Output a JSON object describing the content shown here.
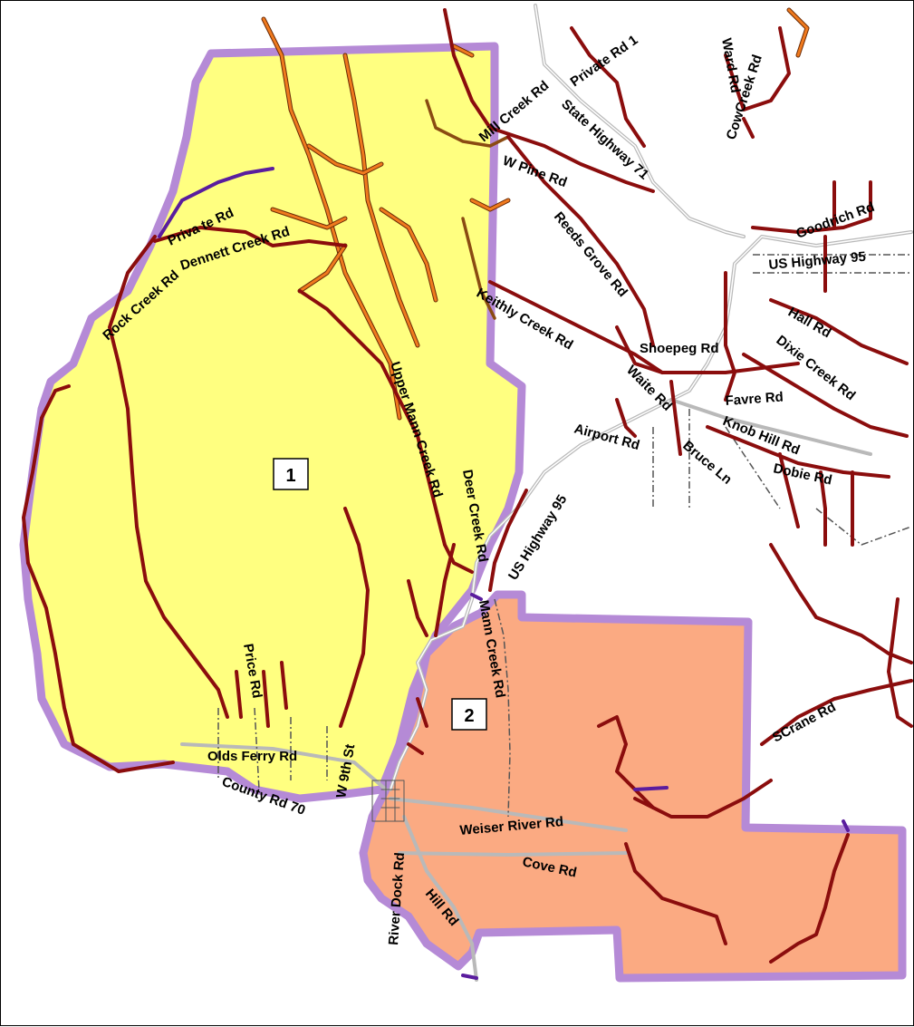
{
  "map": {
    "zones": [
      {
        "id": "1",
        "label": "1",
        "fill": "#ffff80"
      },
      {
        "id": "2",
        "label": "2",
        "fill": "#fbaa82"
      }
    ],
    "road_labels": {
      "mill_creek": "Mill Creek Rd",
      "private_rd_1": "Private Rd 1",
      "ward": "Ward Rd",
      "cow_creek": "CowCreek Rd",
      "state_hwy_71": "State Highway 71",
      "w_pine": "W Pine Rd",
      "goodrich": "Goodrich Rd",
      "private_rd": "Priva te Rd",
      "dennett_creek": "Dennett Creek Rd",
      "reeds_grove": "Reeds Grove Rd",
      "us_hwy_95_ne": "US Highway 95",
      "rock_creek": "Rock Creek Rd",
      "keithly_creek": "Keithly Creek Rd",
      "shoepeg": "Shoepeg Rd",
      "hall": "Hall Rd",
      "dixie_creek": "Dixie Creek Rd",
      "upper_mann_creek": "Upper Mann Creek Rd",
      "waite": "Waite Rd",
      "favre": "Favre Rd",
      "airport": "Airport Rd",
      "knob_hill": "Knob Hill Rd",
      "bruce": "Bruce Ln",
      "dobie": "Dobie Rd",
      "deer_creek": "Deer Creek Rd",
      "us_hwy_95": "US Highway 95",
      "mann_creek": "Mann Creek Rd",
      "price": "Price Rd",
      "s_crane": "SCrane Rd",
      "olds_ferry": "Olds Ferry Rd",
      "w_9th": "W 9th St",
      "county_rd_70": "County Rd 70",
      "weiser_river": "Weiser River Rd",
      "cove": "Cove Rd",
      "river_dock": "River Dock Rd",
      "hill": "Hill Rd"
    },
    "colors": {
      "road_main": "#8b0d0d",
      "road_orange": "#f07a1e",
      "road_brown": "#8a4b12",
      "highway": "#b9b9b9",
      "private": "#5a1d9e",
      "boundary_halo": "#b58ad6"
    }
  }
}
